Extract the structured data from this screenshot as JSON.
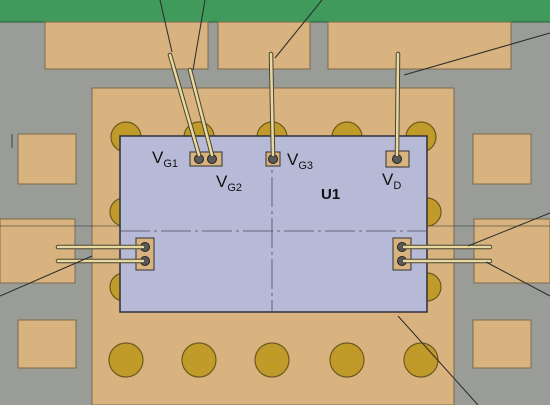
{
  "labels": {
    "vg1_main": "V",
    "vg1_sub": "G1",
    "vg2_main": "V",
    "vg2_sub": "G2",
    "vg3_main": "V",
    "vg3_sub": "G3",
    "vd_main": "V",
    "vd_sub": "D",
    "u1": "U1"
  },
  "colors": {
    "background": "#999c97",
    "top_strip": "#3f9a5b",
    "pad_tan": "#d8b27f",
    "pad_stroke": "#7d6a4c",
    "via_fill": "#c09b2a",
    "via_stroke": "#6b5a1c",
    "chip_fill": "#b7bad6",
    "chip_stroke": "#2f2f3a",
    "bond_wire": "#e8d9a3",
    "bond_wire_stroke": "#4a4430",
    "leader_line": "#2b2b2b"
  }
}
